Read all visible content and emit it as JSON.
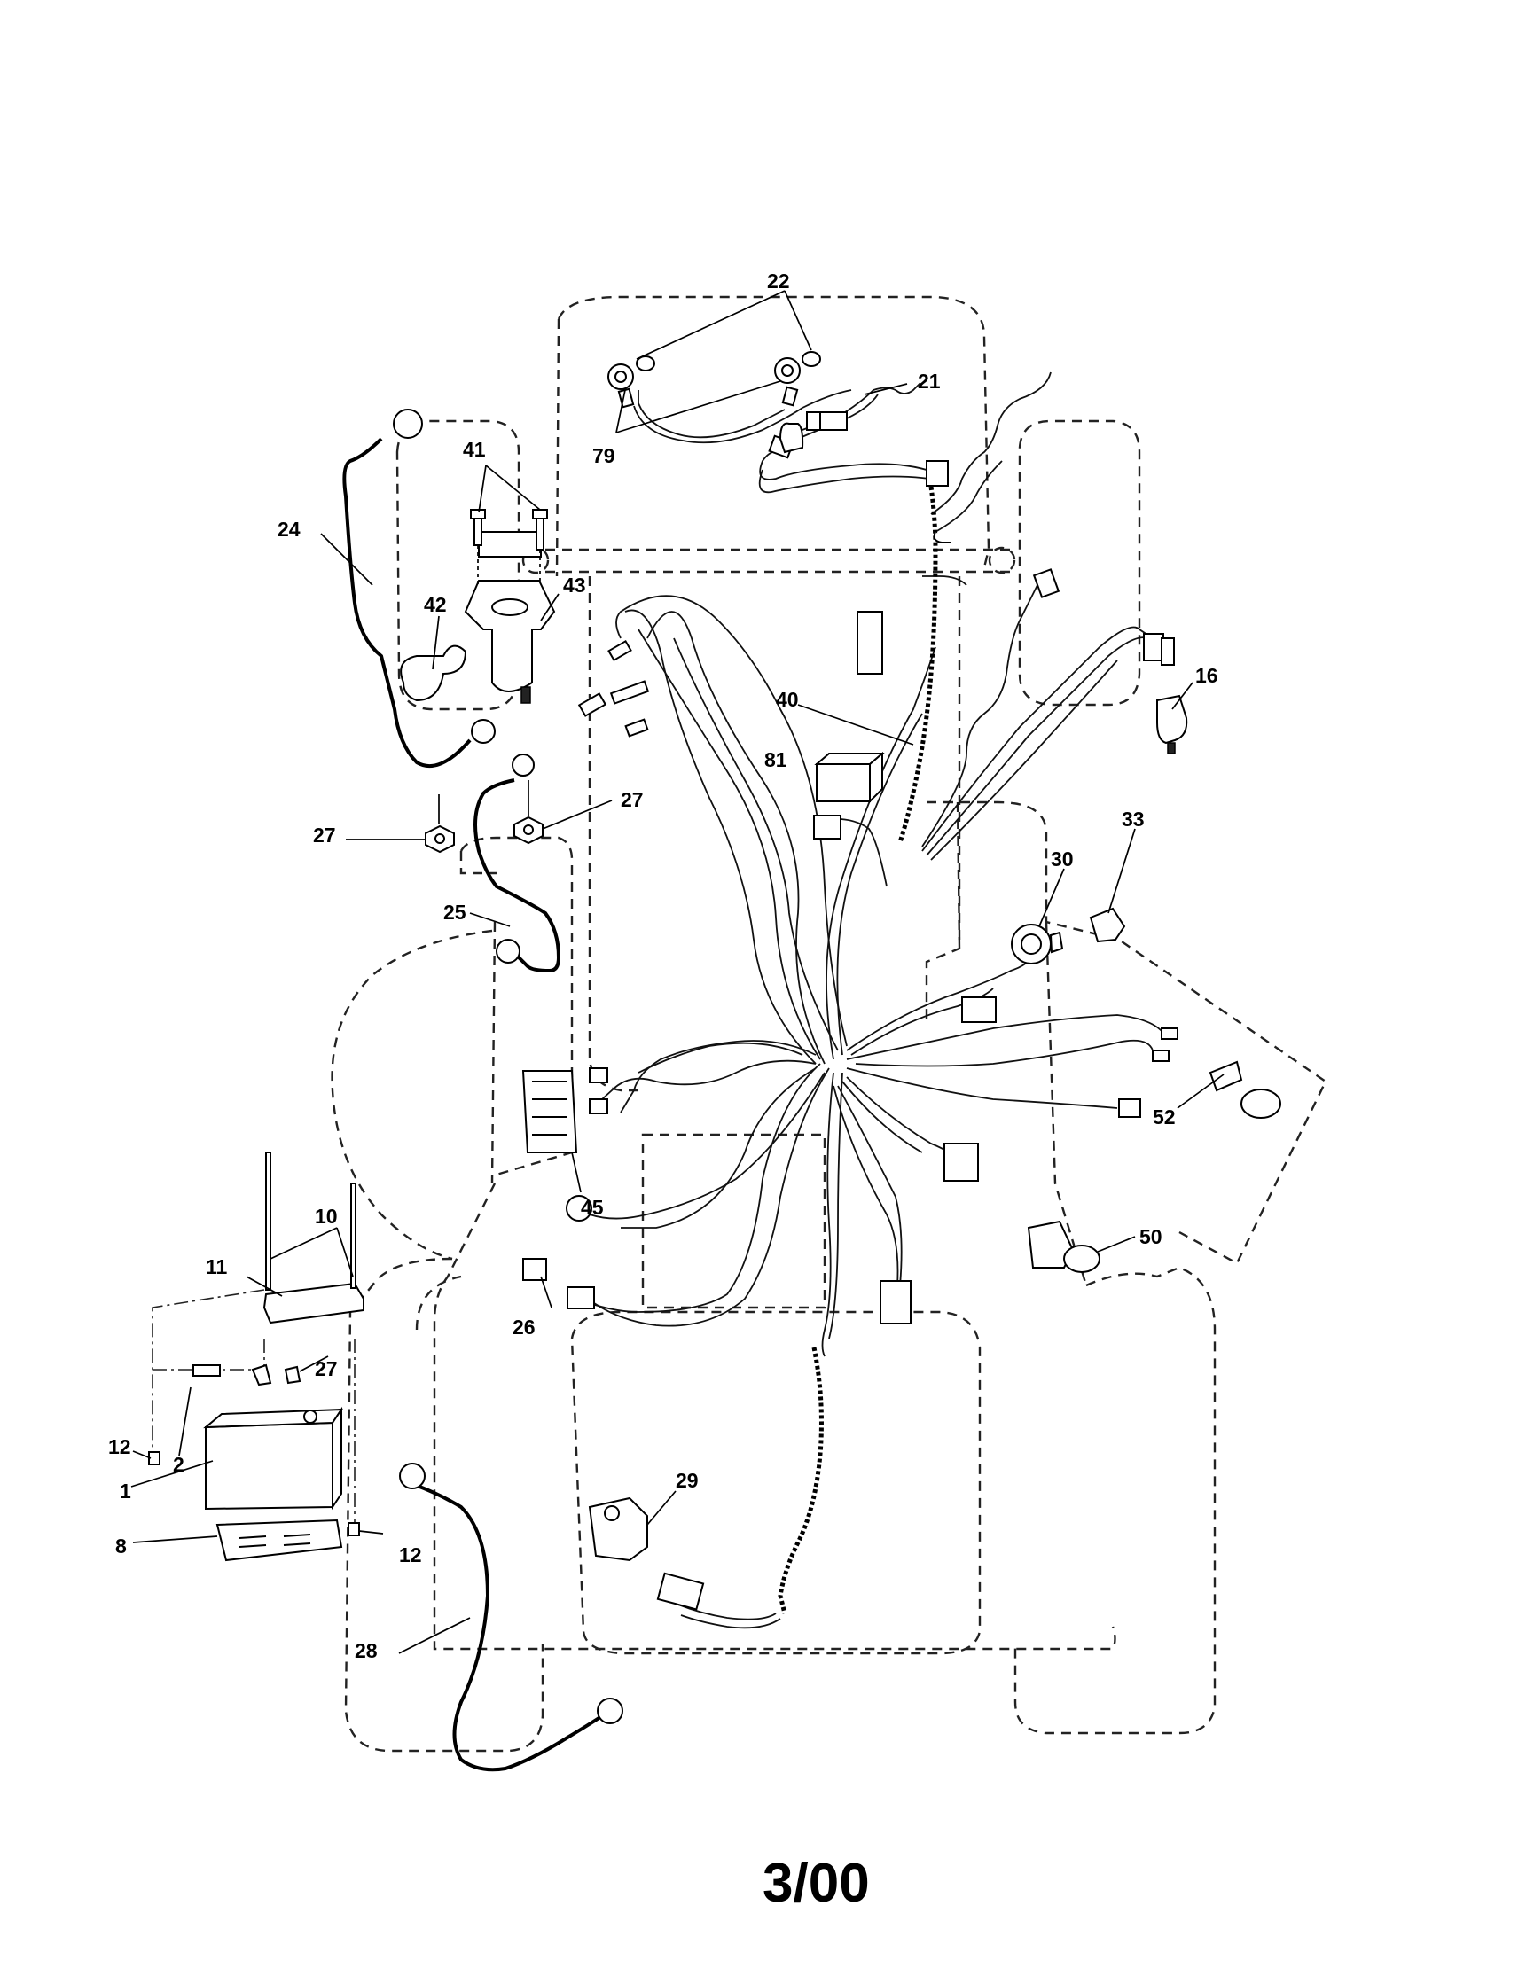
{
  "callouts": [
    {
      "id": "callout-1",
      "text": "1"
    },
    {
      "id": "callout-2",
      "text": "2"
    },
    {
      "id": "callout-8",
      "text": "8"
    },
    {
      "id": "callout-10",
      "text": "10"
    },
    {
      "id": "callout-11",
      "text": "11"
    },
    {
      "id": "callout-12a",
      "text": "12"
    },
    {
      "id": "callout-12b",
      "text": "12"
    },
    {
      "id": "callout-16",
      "text": "16"
    },
    {
      "id": "callout-21",
      "text": "21"
    },
    {
      "id": "callout-22",
      "text": "22"
    },
    {
      "id": "callout-24",
      "text": "24"
    },
    {
      "id": "callout-25",
      "text": "25"
    },
    {
      "id": "callout-26",
      "text": "26"
    },
    {
      "id": "callout-27a",
      "text": "27"
    },
    {
      "id": "callout-27b",
      "text": "27"
    },
    {
      "id": "callout-27c",
      "text": "27"
    },
    {
      "id": "callout-28",
      "text": "28"
    },
    {
      "id": "callout-29",
      "text": "29"
    },
    {
      "id": "callout-30",
      "text": "30"
    },
    {
      "id": "callout-33",
      "text": "33"
    },
    {
      "id": "callout-40",
      "text": "40"
    },
    {
      "id": "callout-41",
      "text": "41"
    },
    {
      "id": "callout-42",
      "text": "42"
    },
    {
      "id": "callout-43",
      "text": "43"
    },
    {
      "id": "callout-45",
      "text": "45"
    },
    {
      "id": "callout-50",
      "text": "50"
    },
    {
      "id": "callout-52",
      "text": "52"
    },
    {
      "id": "callout-79",
      "text": "79"
    },
    {
      "id": "callout-81",
      "text": "81"
    }
  ],
  "footer": {
    "date_code": "3/00"
  }
}
